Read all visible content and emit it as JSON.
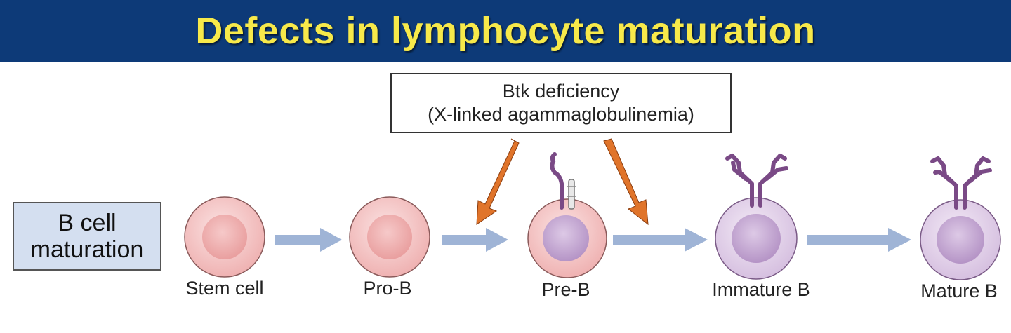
{
  "title": "Defects in lymphocyte maturation",
  "defect": {
    "line1": "Btk deficiency",
    "line2": "(X-linked agammaglobulinemia)"
  },
  "side_label": {
    "line1": "B cell",
    "line2": "maturation"
  },
  "stages": [
    {
      "label": "Stem cell",
      "type": "pink"
    },
    {
      "label": "Pro-B",
      "type": "pink"
    },
    {
      "label": "Pre-B",
      "type": "pre-b"
    },
    {
      "label": "Immature B",
      "type": "purple"
    },
    {
      "label": "Mature B",
      "type": "purple"
    }
  ],
  "colors": {
    "title_bar": "#0d3a78",
    "title_text": "#f7e94a",
    "flow_arrow": "#9fb4d6",
    "defect_arrow": "#e0742a",
    "pink_cell": "#f4c4c4",
    "purple_cell": "#e2d2ea",
    "receptor": "#7a4a86"
  }
}
